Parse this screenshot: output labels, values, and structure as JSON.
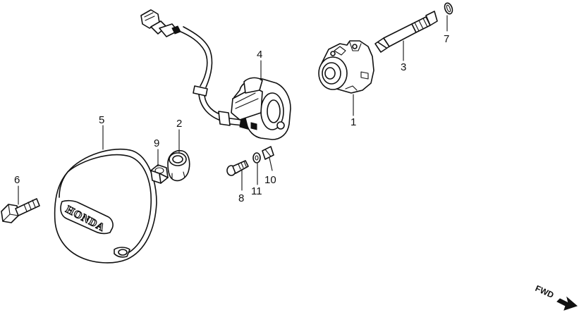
{
  "diagram": {
    "callouts": [
      "1",
      "2",
      "3",
      "4",
      "5",
      "6",
      "7",
      "8",
      "9",
      "10",
      "11"
    ],
    "logo_text": "HONDA",
    "direction_label": "FWD"
  }
}
